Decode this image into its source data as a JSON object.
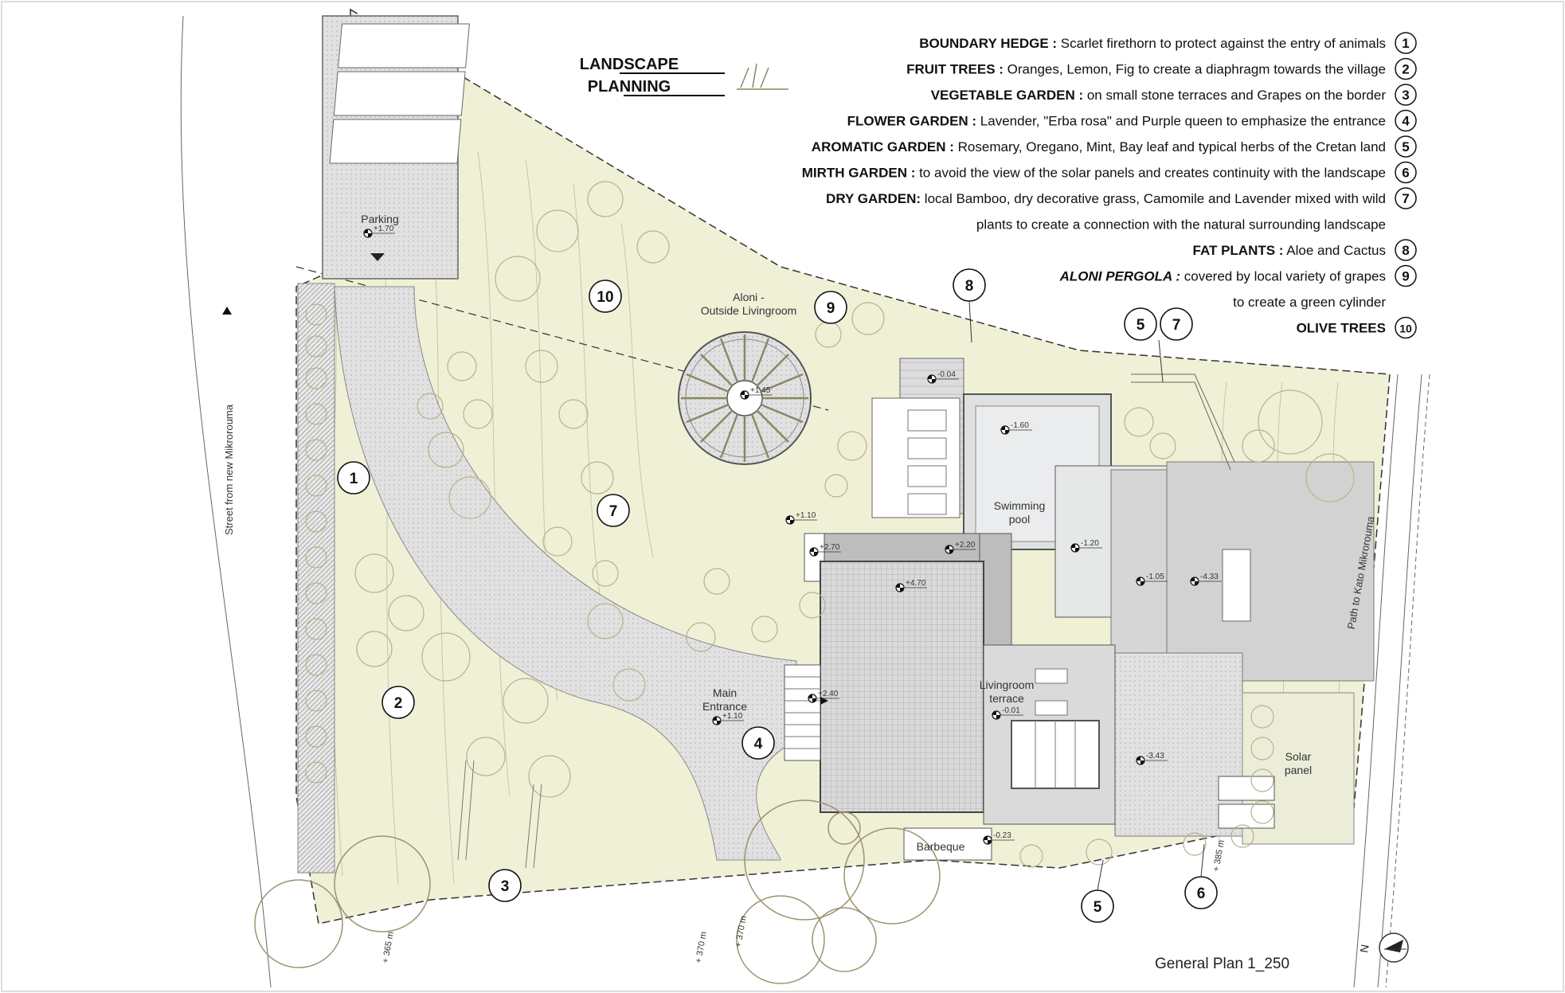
{
  "title": {
    "line1": "LANDSCAPE",
    "line2": "PLANNING"
  },
  "plan_caption": "General Plan 1_250",
  "north": "N",
  "legend": [
    {
      "key": "BOUNDARY HEDGE :",
      "desc": " Scarlet firethorn to protect against the entry of animals",
      "num": "1",
      "italic_key": false
    },
    {
      "key": "FRUIT TREES :",
      "desc": " Oranges, Lemon, Fig to create a diaphragm towards the village",
      "num": "2",
      "italic_key": false
    },
    {
      "key": "VEGETABLE GARDEN :",
      "desc": " on small stone terraces and Grapes on the border",
      "num": "3",
      "italic_key": false
    },
    {
      "key": "FLOWER GARDEN :",
      "desc": " Lavender, \"Erba rosa\" and Purple queen to emphasize the entrance",
      "num": "4",
      "italic_key": false
    },
    {
      "key": "AROMATIC GARDEN :",
      "desc": " Rosemary, Oregano, Mint, Bay leaf and typical herbs of the Cretan land",
      "num": "5",
      "italic_key": false
    },
    {
      "key": "MIRTH GARDEN :",
      "desc": " to avoid the view of the solar panels and creates continuity with the landscape",
      "num": "6",
      "italic_key": false
    },
    {
      "key": "DRY GARDEN:",
      "desc": " local Bamboo, dry decorative grass, Camomile and Lavender mixed with wild",
      "num": "7",
      "italic_key": false
    },
    {
      "key": "",
      "desc": "plants to create a connection with the natural surrounding landscape",
      "num": "",
      "italic_key": false
    },
    {
      "key": "FAT PLANTS :",
      "desc": " Aloe and Cactus",
      "num": "8",
      "italic_key": false
    },
    {
      "key": "ALONI PERGOLA :",
      "desc": " covered by local variety of grapes",
      "num": "9",
      "italic_key": true
    },
    {
      "key": "",
      "desc": "to create a green cylinder",
      "num": "",
      "italic_key": false
    },
    {
      "key": "OLIVE TREES",
      "desc": "",
      "num": "10",
      "italic_key": false
    }
  ],
  "areas": {
    "parking": "Parking",
    "aloni_1": "Aloni -",
    "aloni_2": "Outside Livingroom",
    "pool_1": "Swimming",
    "pool_2": "pool",
    "entrance_1": "Main",
    "entrance_2": "Entrance",
    "living_1": "Livingroom",
    "living_2": "terrace",
    "barbeque": "Barbeque",
    "solar_1": "Solar",
    "solar_2": "panel"
  },
  "levels": {
    "parking": "+1.70",
    "aloni": "+1.45",
    "deck": "-0.04",
    "pool": "-1.60",
    "pool_mid": "-1.20",
    "east_terrace": "-1.05",
    "east_far": "-4.33",
    "path": "+1.10",
    "west_step": "+2.70",
    "roof_strip": "+2.20",
    "roof": "+4.70",
    "stair": "+2.40",
    "entrance": "+1.10",
    "living": "-0.01",
    "south_east": "-3.43",
    "barbeque": "-0.23"
  },
  "streets": {
    "west": "Street from new Mikrorouma",
    "east": "Path to Kato Mikrorouma"
  },
  "contours": {
    "c1": "+ 365 m",
    "c2": "+ 370 m",
    "c3": "+ 370 m",
    "c4": "+ 385 m"
  },
  "markers": [
    {
      "id": "m1",
      "label": "1"
    },
    {
      "id": "m2",
      "label": "2"
    },
    {
      "id": "m3",
      "label": "3"
    },
    {
      "id": "m4",
      "label": "4"
    },
    {
      "id": "m5a",
      "label": "5"
    },
    {
      "id": "m5b",
      "label": "5"
    },
    {
      "id": "m6",
      "label": "6"
    },
    {
      "id": "m7a",
      "label": "7"
    },
    {
      "id": "m7b",
      "label": "7"
    },
    {
      "id": "m8",
      "label": "8"
    },
    {
      "id": "m9",
      "label": "9"
    },
    {
      "id": "m10",
      "label": "10"
    }
  ]
}
